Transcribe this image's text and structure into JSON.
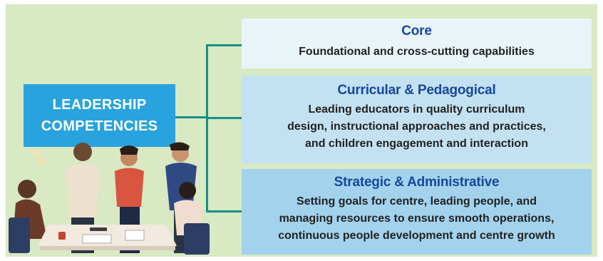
{
  "title": {
    "line1": "LEADERSHIP",
    "line2": "COMPETENCIES"
  },
  "competencies": [
    {
      "heading": "Core",
      "lines": [
        "Foundational and cross-cutting capabilities"
      ]
    },
    {
      "heading": "Curricular & Pedagogical",
      "lines": [
        "Leading educators in quality curriculum",
        "design, instructional approaches and practices,",
        "and children engagement and interaction"
      ]
    },
    {
      "heading": "Strategic & Administrative",
      "lines": [
        "Setting goals for centre, leading people, and",
        "managing resources to ensure smooth operations,",
        "continuous people development and centre growth"
      ]
    }
  ],
  "colors": {
    "background": "#d8e9c3",
    "title_box": "#29a3dd",
    "heading_text": "#16489c",
    "connector": "#168f86"
  },
  "illustration": {
    "icon": "team-meeting-illustration"
  }
}
